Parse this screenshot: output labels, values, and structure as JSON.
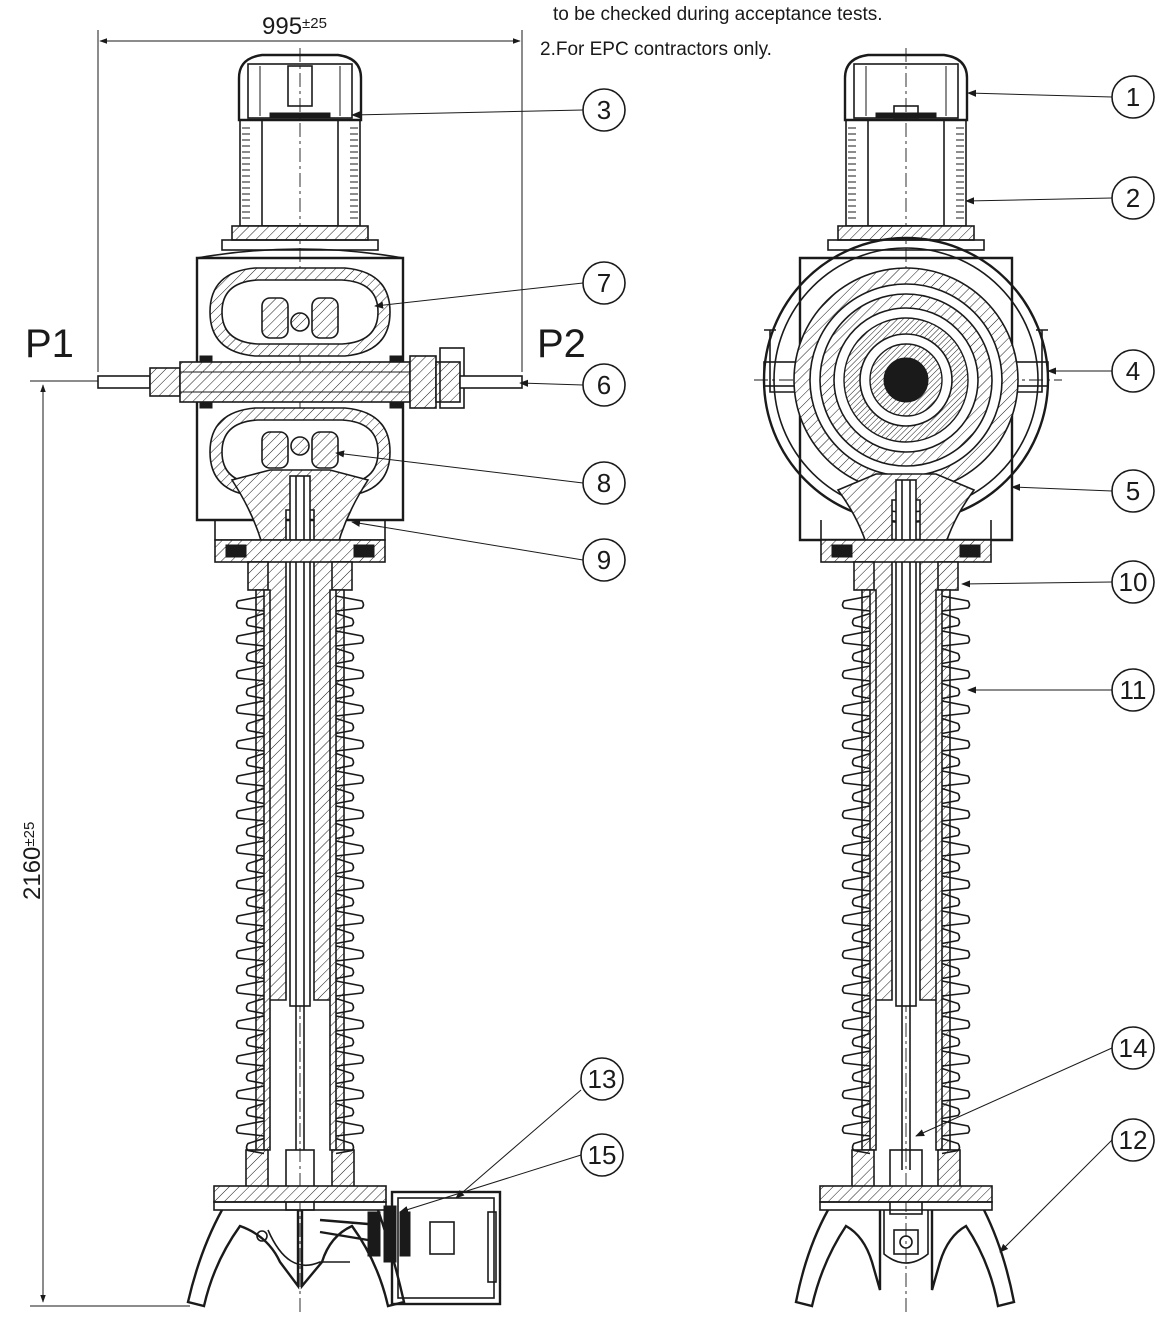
{
  "notes": {
    "line1": "to be checked during acceptance tests.",
    "line2": "2.For EPC contractors only."
  },
  "dimensions": {
    "width_value": "995",
    "width_tol": "±25",
    "height_value": "2160",
    "height_tol": "±25"
  },
  "ports": {
    "p1": "P1",
    "p2": "P2"
  },
  "balloons": [
    {
      "id": "1",
      "label": "1"
    },
    {
      "id": "2",
      "label": "2"
    },
    {
      "id": "3",
      "label": "3"
    },
    {
      "id": "4",
      "label": "4"
    },
    {
      "id": "5",
      "label": "5"
    },
    {
      "id": "6",
      "label": "6"
    },
    {
      "id": "7",
      "label": "7"
    },
    {
      "id": "8",
      "label": "8"
    },
    {
      "id": "9",
      "label": "9"
    },
    {
      "id": "10",
      "label": "10"
    },
    {
      "id": "11",
      "label": "11"
    },
    {
      "id": "12",
      "label": "12"
    },
    {
      "id": "13",
      "label": "13"
    },
    {
      "id": "14",
      "label": "14"
    },
    {
      "id": "15",
      "label": "15"
    }
  ],
  "colors": {
    "ink": "#1a1a1a",
    "paper": "#ffffff"
  }
}
